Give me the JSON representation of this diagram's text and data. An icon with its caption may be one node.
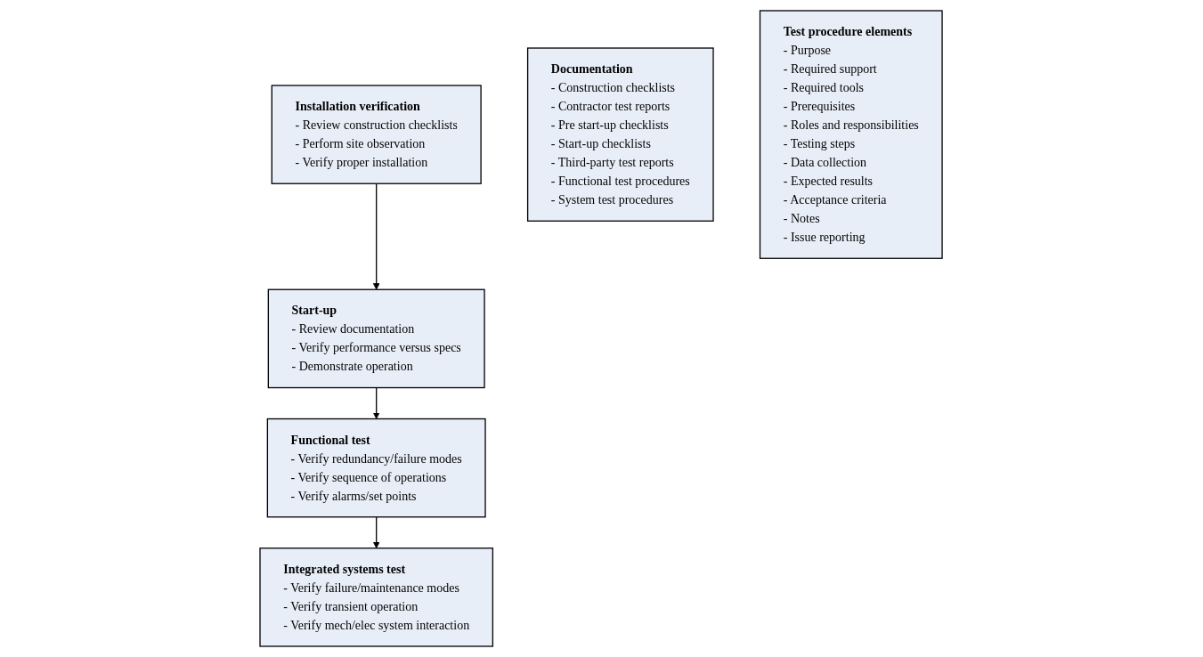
{
  "diagram": {
    "nodes": [
      {
        "text": [
          "Installation verification",
          "- Review construction checklists",
          "- Perform site observation",
          "- Verify proper installation"
        ]
      },
      {
        "text": [
          "Start-up",
          "- Review documentation",
          "- Verify performance versus specs",
          "- Demonstrate operation"
        ]
      },
      {
        "text": [
          "Functional test",
          "- Verify redundancy/failure modes",
          "- Verify sequence of operations",
          "- Verify alarms/set points"
        ]
      },
      {
        "text": [
          "Integrated systems test",
          "- Verify failure/maintenance modes",
          "- Verify transient operation",
          "- Verify mech/elec system interaction"
        ]
      },
      {
        "text": [
          "Documentation",
          "- Construction checklists",
          "- Contractor test reports",
          "- Pre start-up checklists",
          "- Start-up checklists",
          "- Third-party test reports",
          "- Functional test procedures",
          "- System test procedures"
        ]
      },
      {
        "text": [
          "Test procedure elements",
          "- Purpose",
          "- Required support",
          "- Required tools",
          "- Prerequisites",
          "- Roles and responsibilities",
          "- Testing steps",
          "- Data collection",
          "- Expected results",
          "- Acceptance criteria",
          "- Notes",
          "- Issue reporting"
        ]
      }
    ],
    "edges": [
      {
        "from": 0,
        "to": 1,
        "arrow": "to"
      },
      {
        "from": 1,
        "to": 2,
        "arrow": "to"
      },
      {
        "from": 2,
        "to": 3,
        "arrow": "to"
      }
    ]
  }
}
